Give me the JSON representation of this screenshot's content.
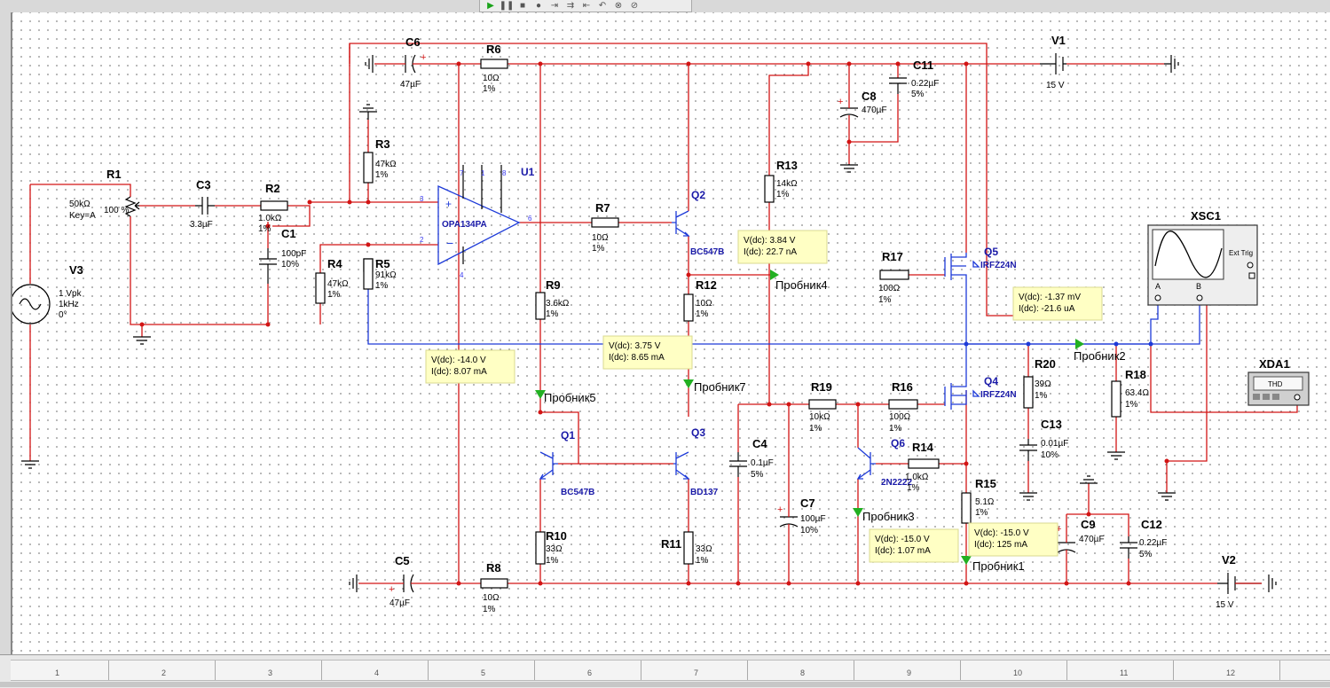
{
  "toolbar": {
    "buttons": [
      {
        "name": "run-icon",
        "glyph": "▶"
      },
      {
        "name": "pause-icon",
        "glyph": "❚❚"
      },
      {
        "name": "stop-icon",
        "glyph": "■"
      },
      {
        "name": "record-icon",
        "glyph": "●"
      },
      {
        "name": "step-into-icon",
        "glyph": "⇥"
      },
      {
        "name": "step-over-icon",
        "glyph": "⇉"
      },
      {
        "name": "step-out-icon",
        "glyph": "⇤"
      },
      {
        "name": "step-back-icon",
        "glyph": "↶"
      },
      {
        "name": "breakpoint-icon",
        "glyph": "⊗"
      },
      {
        "name": "clear-icon",
        "glyph": "⊘"
      }
    ]
  },
  "components": {
    "R1": {
      "ref": "R1",
      "val1": "50kΩ",
      "val2": "Key=A",
      "pct": "100 %"
    },
    "C3": {
      "ref": "C3",
      "val1": "3.3µF"
    },
    "R2": {
      "ref": "R2",
      "val1": "1.0kΩ",
      "tol": "1%"
    },
    "C1": {
      "ref": "C1",
      "val1": "100pF",
      "tol": "10%"
    },
    "R3": {
      "ref": "R3",
      "val1": "47kΩ",
      "tol": "1%"
    },
    "R4": {
      "ref": "R4",
      "val1": "47kΩ",
      "tol": "1%"
    },
    "R5": {
      "ref": "R5",
      "val1": "91kΩ",
      "tol": "1%"
    },
    "C6": {
      "ref": "C6",
      "val1": "47µF"
    },
    "R6": {
      "ref": "R6",
      "val1": "10Ω",
      "tol": "1%"
    },
    "U1": {
      "ref": "U1",
      "part": "OPA134PA",
      "pins": [
        "3",
        "2",
        "6",
        "7",
        "1",
        "8",
        "4"
      ]
    },
    "V3": {
      "ref": "V3",
      "val1": "1 Vpk",
      "val2": "1kHz",
      "val3": "0°"
    },
    "R7": {
      "ref": "R7",
      "val1": "10Ω",
      "tol": "1%"
    },
    "Q2": {
      "ref": "Q2",
      "part": "BC547B"
    },
    "R9": {
      "ref": "R9",
      "val1": "3.6kΩ",
      "tol": "1%"
    },
    "R12": {
      "ref": "R12",
      "val1": "10Ω",
      "tol": "1%"
    },
    "R13": {
      "ref": "R13",
      "val1": "14kΩ",
      "tol": "1%"
    },
    "C8": {
      "ref": "C8",
      "val1": "470µF"
    },
    "C11": {
      "ref": "C11",
      "val1": "0.22µF",
      "tol": "5%"
    },
    "V1": {
      "ref": "V1",
      "val1": "15 V"
    },
    "R17": {
      "ref": "R17",
      "val1": "100Ω",
      "tol": "1%"
    },
    "Q5": {
      "ref": "Q5",
      "part": "IRFZ24N"
    },
    "Q4": {
      "ref": "Q4",
      "part": "IRFZ24N"
    },
    "XSC1": {
      "ref": "XSC1",
      "ext": "Ext Trig",
      "a": "A",
      "b": "B"
    },
    "XDA1": {
      "ref": "XDA1",
      "screen": "THD"
    },
    "R20": {
      "ref": "R20",
      "val1": "39Ω",
      "tol": "1%"
    },
    "R18": {
      "ref": "R18",
      "val1": "63.4Ω",
      "tol": "1%"
    },
    "C13": {
      "ref": "C13",
      "val1": "0.01µF",
      "tol": "10%"
    },
    "R19": {
      "ref": "R19",
      "val1": "10kΩ",
      "tol": "1%"
    },
    "R16": {
      "ref": "R16",
      "val1": "100Ω",
      "tol": "1%"
    },
    "Q6": {
      "ref": "Q6",
      "part": "2N2222"
    },
    "R14": {
      "ref": "R14",
      "val1": "1.0kΩ",
      "tol": "1%"
    },
    "R15": {
      "ref": "R15",
      "val1": "5.1Ω",
      "tol": "1%"
    },
    "Q1": {
      "ref": "Q1",
      "part": "BC547B"
    },
    "Q3": {
      "ref": "Q3",
      "part": "BD137"
    },
    "C4": {
      "ref": "C4",
      "val1": "0.1µF",
      "tol": "5%"
    },
    "C7": {
      "ref": "C7",
      "val1": "100µF",
      "tol": "10%"
    },
    "R10": {
      "ref": "R10",
      "val1": "33Ω",
      "tol": "1%"
    },
    "R11": {
      "ref": "R11",
      "val1": "33Ω",
      "tol": "1%"
    },
    "C5": {
      "ref": "C5",
      "val1": "47µF"
    },
    "R8": {
      "ref": "R8",
      "val1": "10Ω",
      "tol": "1%"
    },
    "C9": {
      "ref": "C9",
      "val1": "470µF"
    },
    "C12": {
      "ref": "C12",
      "val1": "0.22µF",
      "tol": "5%"
    },
    "V2": {
      "ref": "V2",
      "val1": "15 V"
    }
  },
  "probes": {
    "p4": {
      "label": "Пробник4",
      "v": "V(dc): 3.84 V",
      "i": "I(dc): 22.7 nA"
    },
    "p2": {
      "label": "Пробник2",
      "v": "V(dc): 3.75 V",
      "i": "I(dc): 8.65 mA"
    },
    "p5": {
      "label": "Пробник5",
      "v": "V(dc): -14.0 V",
      "i": "I(dc): 8.07 mA"
    },
    "p7": {
      "label": "Пробник7"
    },
    "pxsc": {
      "v": "V(dc): -1.37 mV",
      "i": "I(dc): -21.6 uA"
    },
    "p3": {
      "label": "Пробник3",
      "v": "V(dc): -15.0 V",
      "i": "I(dc): 1.07 mA"
    },
    "p1": {
      "label": "Пробник1",
      "v": "V(dc): -15.0 V",
      "i": "I(dc): 125 mA"
    }
  },
  "ruler": {
    "labels": [
      "1",
      "2",
      "3",
      "4",
      "5",
      "6",
      "7",
      "8",
      "9",
      "10",
      "11",
      "12"
    ]
  }
}
